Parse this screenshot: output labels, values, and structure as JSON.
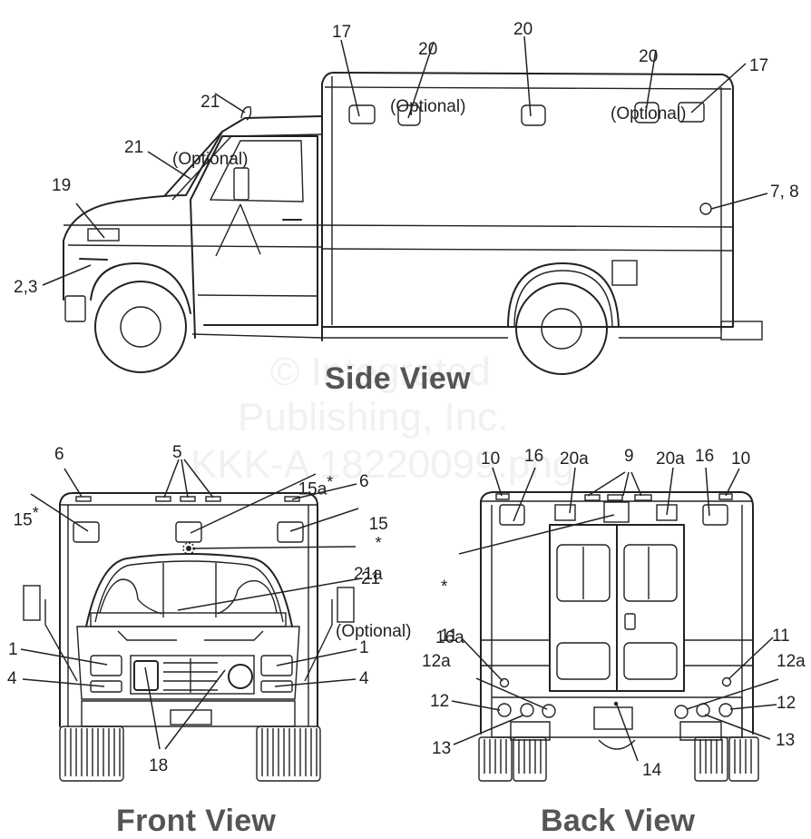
{
  "watermark": {
    "line1": "© Integrated",
    "line2": "Publishing, Inc.",
    "line3": "KKK-A 18220099.png"
  },
  "views": {
    "side": {
      "title": "Side View",
      "labels": {
        "roof_light_optional_num": "21",
        "roof_light_optional_note": "(Optional)",
        "windshield": "21",
        "marker_19": "19",
        "front_marker": "2,3",
        "front_clearance": "17",
        "flood_front_optional_num": "20",
        "flood_front_optional_note": "(Optional)",
        "flood_mid": "20",
        "flood_rear_optional_num": "20",
        "flood_rear_optional_note": "(Optional)",
        "rear_clearance": "17",
        "rear_marker": "7, 8"
      }
    },
    "front": {
      "title": "Front View",
      "labels": {
        "clearance_left": "6",
        "clearance_right": "6",
        "identification": "5",
        "warning_left": "15",
        "warning_right": "15",
        "warning_center": "15a",
        "asterisk": "*",
        "roof_light_num": "21a",
        "roof_light_note": "(Optional)",
        "windshield": "21",
        "headlamp_left": "1",
        "headlamp_right": "1",
        "turn_left": "4",
        "turn_right": "4",
        "grille_lights": "18"
      }
    },
    "back": {
      "title": "Back View",
      "labels": {
        "clearance_left": "10",
        "clearance_right": "10",
        "warning_left": "16",
        "warning_right": "16",
        "flood_left": "20a",
        "flood_right": "20a",
        "identification": "9",
        "warning_center": "16a",
        "asterisk": "*",
        "marker_left": "11",
        "marker_right": "11",
        "backup_left": "12a",
        "backup_right": "12a",
        "tail_left": "12",
        "tail_right": "12",
        "turn_left": "13",
        "turn_right": "13",
        "license_lamp": "14"
      }
    }
  }
}
